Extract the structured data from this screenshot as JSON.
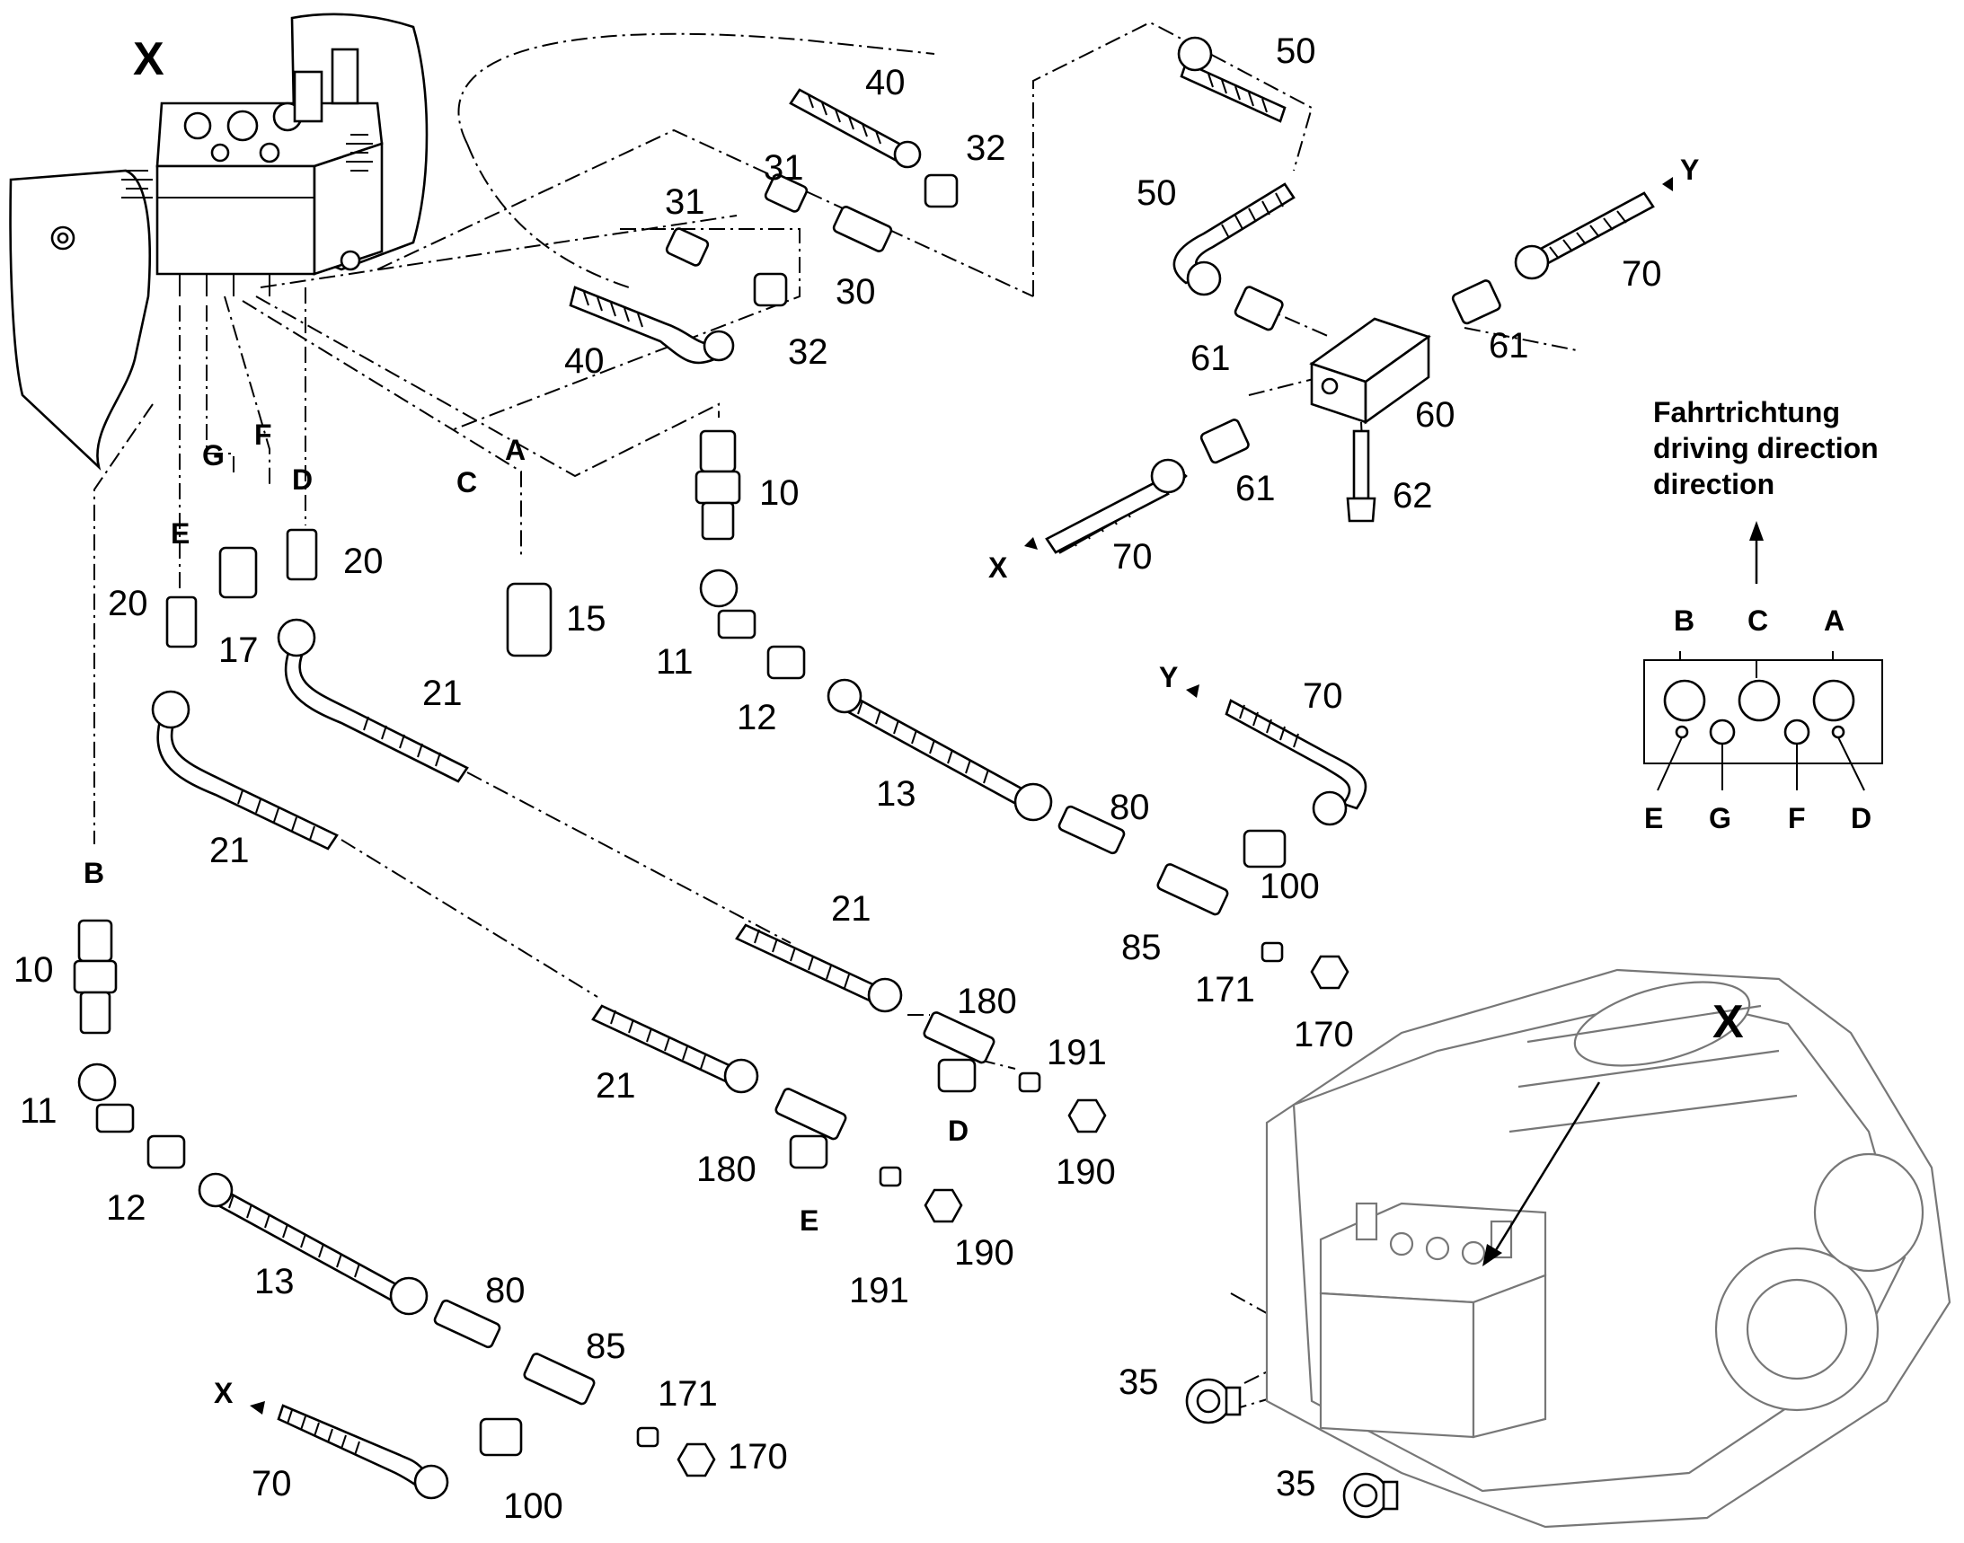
{
  "view_labels": {
    "detail_x": "X",
    "machine_x": "X"
  },
  "direction": {
    "heading_de": "Fahrtrichtung",
    "heading_en": "driving direction",
    "heading_fr": "direction",
    "ports_top": [
      "B",
      "C",
      "A"
    ],
    "ports_bottom": [
      "E",
      "G",
      "F",
      "D"
    ]
  },
  "block_letters": {
    "E": "E",
    "G": "G",
    "F": "F",
    "D": "D",
    "C": "C",
    "A": "A",
    "B": "B"
  },
  "flow_labels": {
    "X": "X",
    "Y": "Y"
  },
  "parts": {
    "p10": "10",
    "p11": "11",
    "p12": "12",
    "p13": "13",
    "p15": "15",
    "p17": "17",
    "p20": "20",
    "p21": "21",
    "p30": "30",
    "p31": "31",
    "p32": "32",
    "p35": "35",
    "p40": "40",
    "p50": "50",
    "p60": "60",
    "p61": "61",
    "p62": "62",
    "p70": "70",
    "p80": "80",
    "p85": "85",
    "p100": "100",
    "p170": "170",
    "p171": "171",
    "p180": "180",
    "p190": "190",
    "p191": "191"
  }
}
